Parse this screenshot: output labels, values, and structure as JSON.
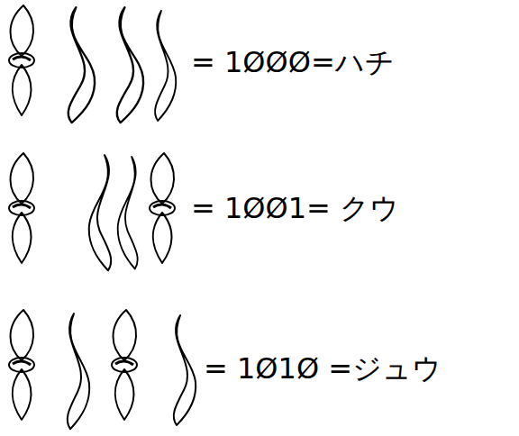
{
  "diagram": {
    "labels": [
      "= 1ØØØ=ハチ",
      "= 1ØØ1= クウ",
      "= 1Ø1Ø =ジュウ"
    ]
  }
}
